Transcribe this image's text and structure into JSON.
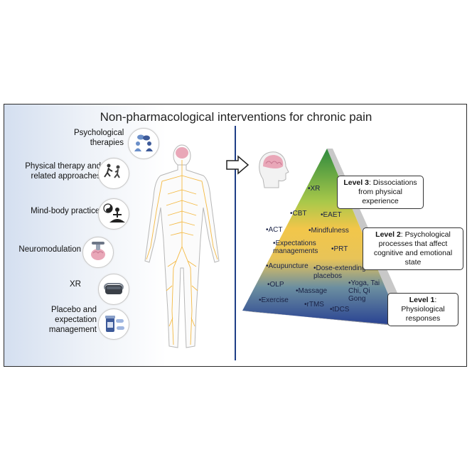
{
  "title": "Non-pharmacological interventions for chronic pain",
  "interventions": [
    {
      "label": "Psychological therapies",
      "icon": "therapy-session-icon"
    },
    {
      "label": "Physical therapy and related approaches",
      "icon": "running-people-icon"
    },
    {
      "label": "Mind-body practices",
      "icon": "meditation-yin-yang-icon"
    },
    {
      "label": "Neuromodulation",
      "icon": "brain-stimulation-icon"
    },
    {
      "label": "XR",
      "icon": "vr-headset-icon"
    },
    {
      "label": "Placebo and expectation management",
      "icon": "pills-bottle-icon"
    }
  ],
  "figure_icons": [
    "human-nervous-system-icon",
    "arrow-right-icon",
    "head-brain-icon"
  ],
  "levels": [
    {
      "title": "Level 3",
      "desc": "Dissociations from physical experience"
    },
    {
      "title": "Level 2",
      "desc": "Psychological processes that affect cognitive and emotional state"
    },
    {
      "title": "Level 1",
      "desc": "Physiological responses"
    }
  ],
  "pyramid_items": {
    "xr": "•XR",
    "cbt": "•CBT",
    "eaet": "•EAET",
    "act": "•ACT",
    "mindfulness": "•Mindfulness",
    "expectations": "•Expectations managements",
    "prt": "•PRT",
    "acupuncture": "•Acupuncture",
    "dose_extending": "•Dose-extending placebos",
    "olp": "•OLP",
    "massage": "•Massage",
    "yoga": "•Yoga, Tai Chi, Qi Gong",
    "exercise": "•Exercise",
    "rtms": "•rTMS",
    "tdcs": "•tDCS"
  },
  "colors": {
    "top": "#3f8f3c",
    "middle": "#f2c64a",
    "bottom": "#2f4a9a",
    "divider": "#1f3e86",
    "nerve": "#f4b942"
  }
}
